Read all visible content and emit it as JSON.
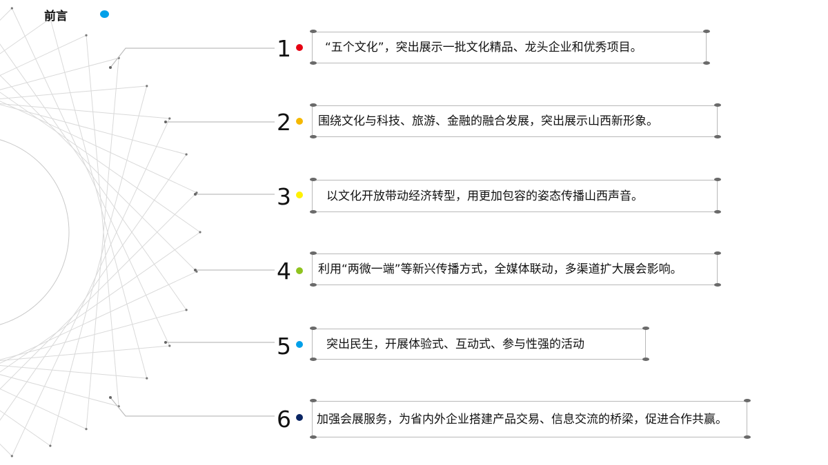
{
  "slide": {
    "title": "前言",
    "title_dot_color": "#00a0e9"
  },
  "items": [
    {
      "number": "1",
      "dot_color": "#e60012",
      "text": "“五个文化”，突出展示一批文化精品、龙头企业和优秀项目。"
    },
    {
      "number": "2",
      "dot_color": "#f5b800",
      "text": "围绕文化与科技、旅游、金融的融合发展，突出展示山西新形象。"
    },
    {
      "number": "3",
      "dot_color": "#fff100",
      "text": "以文化开放带动经济转型，用更加包容的姿态传播山西声音。"
    },
    {
      "number": "4",
      "dot_color": "#8fc31f",
      "text": "利用“两微一端”等新兴传播方式，全媒体联动，多渠道扩大展会影响。"
    },
    {
      "number": "5",
      "dot_color": "#00a0e9",
      "text": "突出民生，开展体验式、互动式、参与性强的活动"
    },
    {
      "number": "6",
      "dot_color": "#0a2563",
      "text": "加强会展服务，为省内外企业搭建产品交易、信息交流的桥梁，促进合作共赢。"
    }
  ]
}
